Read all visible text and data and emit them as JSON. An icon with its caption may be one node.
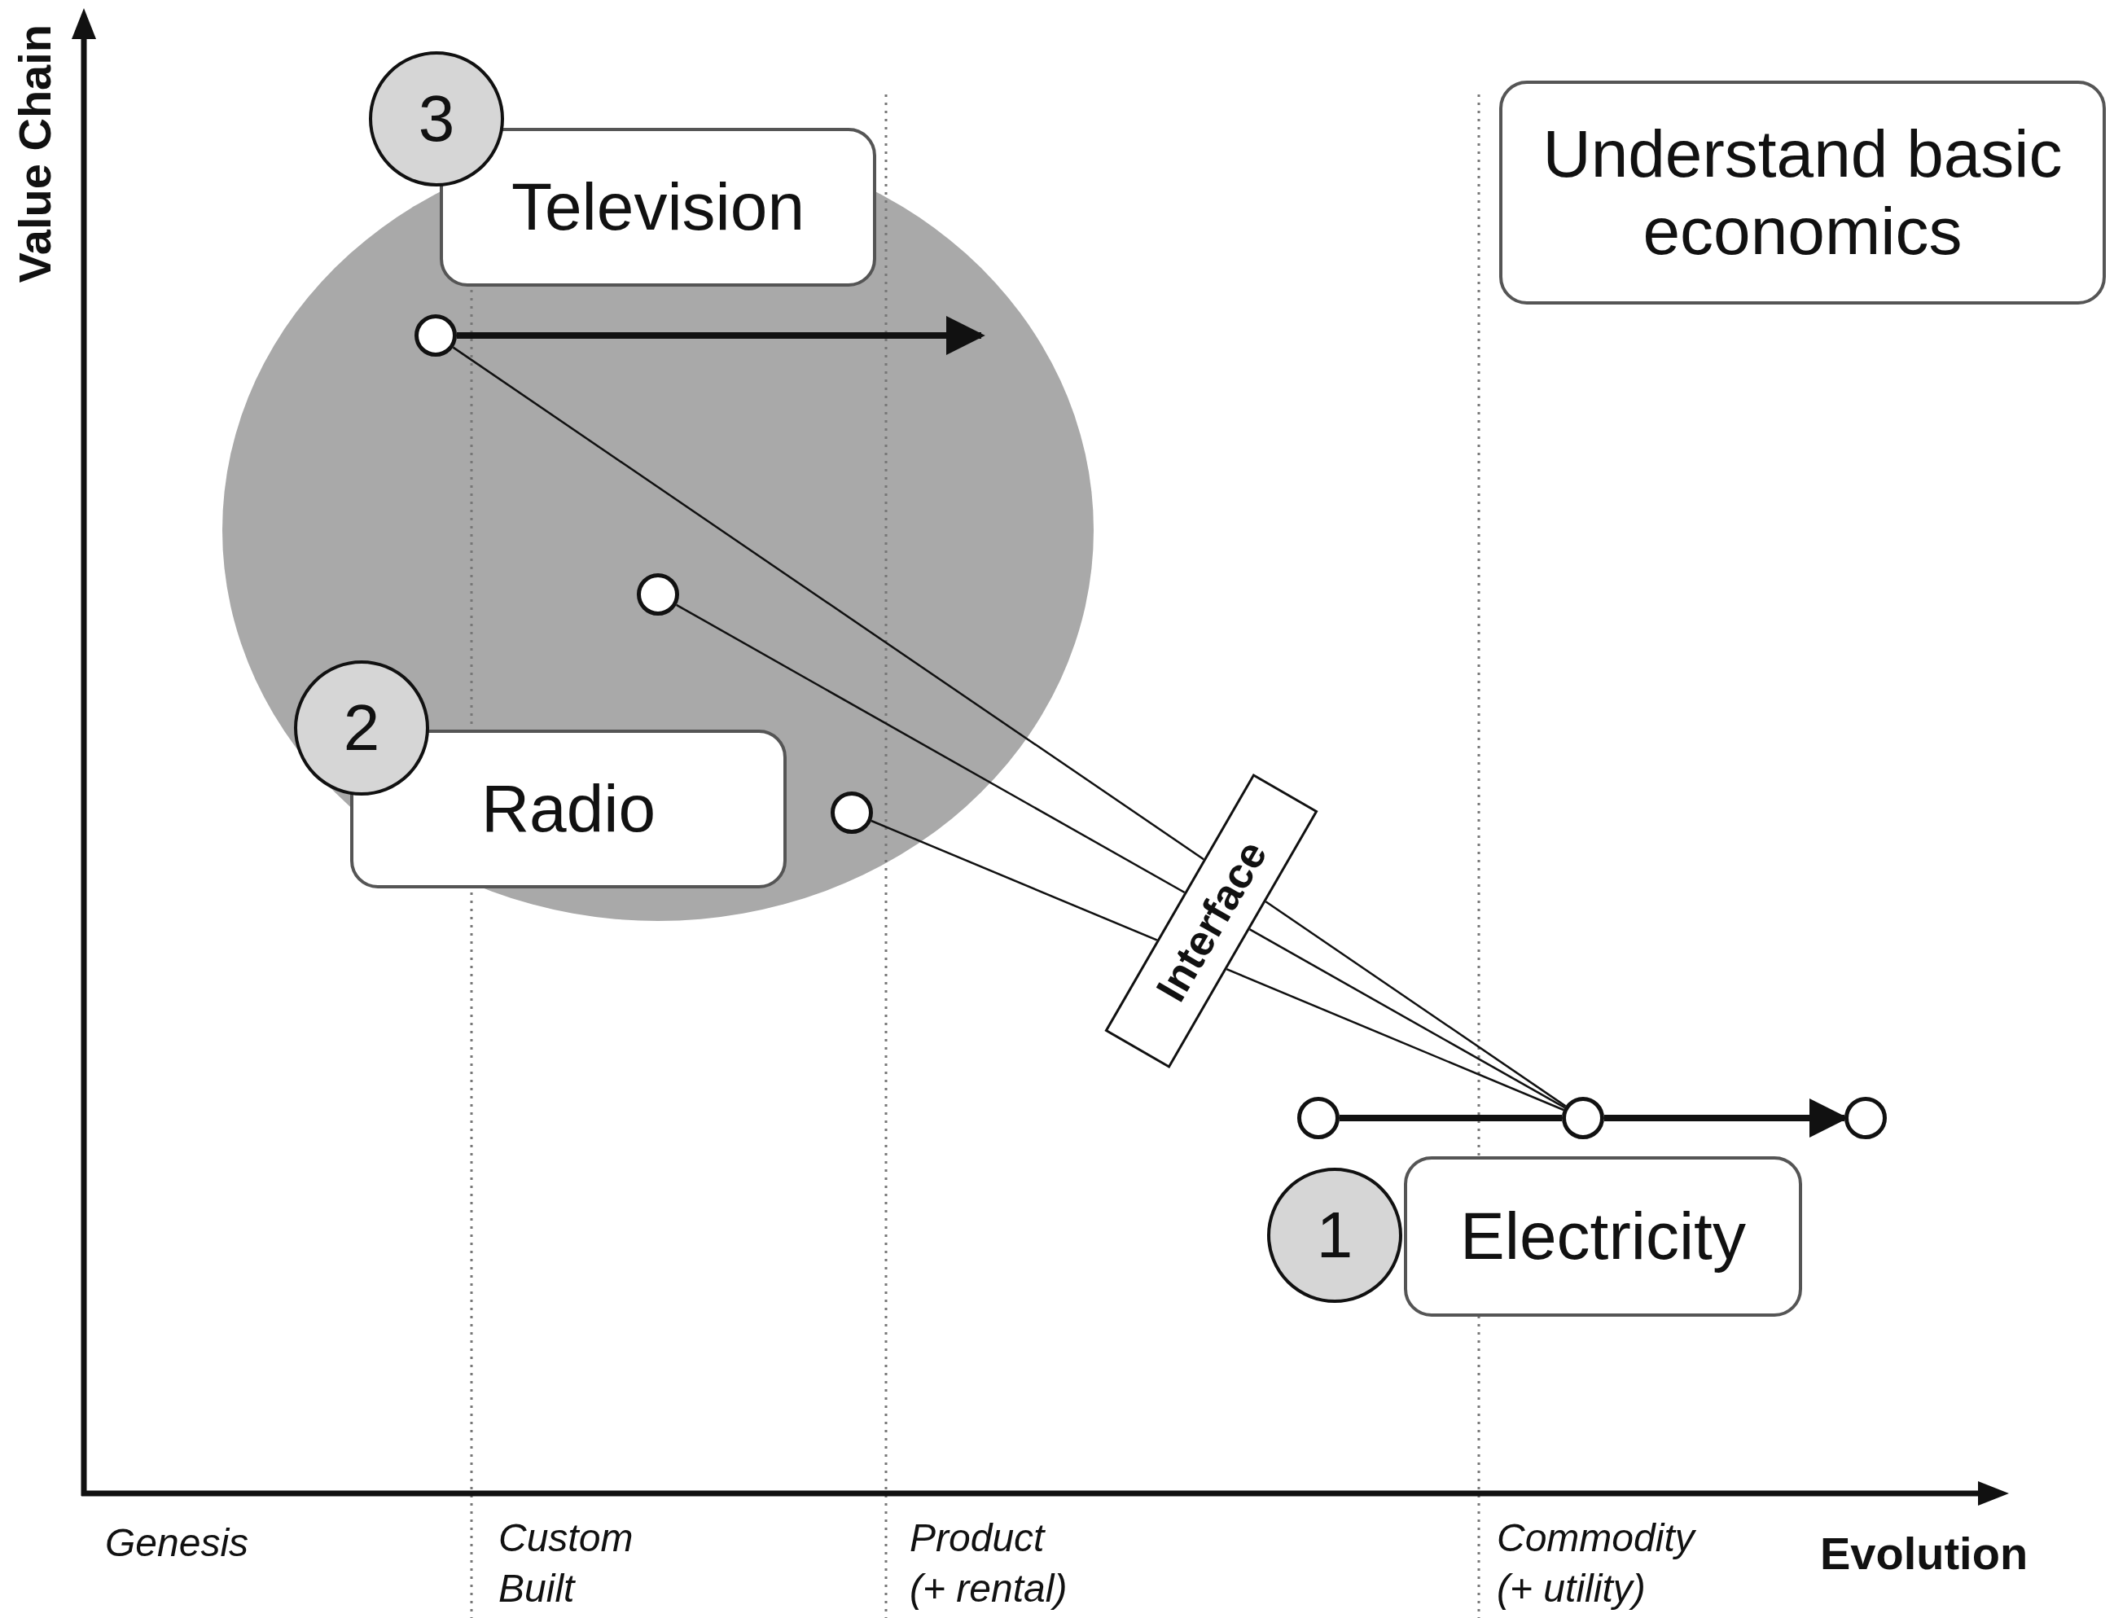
{
  "diagram": {
    "nodes": [
      {
        "text": [
          "Television"
        ]
      },
      {
        "text": [
          "3"
        ]
      },
      {
        "text": [
          "Radio"
        ]
      },
      {
        "text": [
          "2"
        ]
      },
      {
        "text": [
          "Electricity"
        ]
      },
      {
        "text": [
          "1"
        ]
      },
      {
        "text": [
          "Understand basic economics"
        ]
      },
      {
        "text": [],
        "shape": "circle"
      },
      {
        "text": [],
        "shape": "circle"
      },
      {
        "text": [],
        "shape": "circle"
      },
      {
        "text": [],
        "shape": "circle"
      },
      {
        "text": [],
        "shape": "circle"
      },
      {
        "text": [],
        "shape": "circle"
      }
    ],
    "edges": [
      {
        "from": 7,
        "to": null,
        "arrow": "to",
        "style": "thick"
      },
      {
        "from": 7,
        "to": 11,
        "arrow": "none"
      },
      {
        "from": 8,
        "to": 11,
        "arrow": "none",
        "label": "Interface"
      },
      {
        "from": 9,
        "to": 11,
        "arrow": "none"
      },
      {
        "from": 10,
        "to": 11,
        "arrow": "none",
        "style": "thick"
      },
      {
        "from": 11,
        "to": 12,
        "arrow": "to",
        "style": "thick"
      }
    ],
    "labels": [
      "Value Chain",
      "Genesis",
      "Custom Built",
      "Product (+ rental)",
      "Commodity (+ utility)",
      "Evolution"
    ]
  }
}
